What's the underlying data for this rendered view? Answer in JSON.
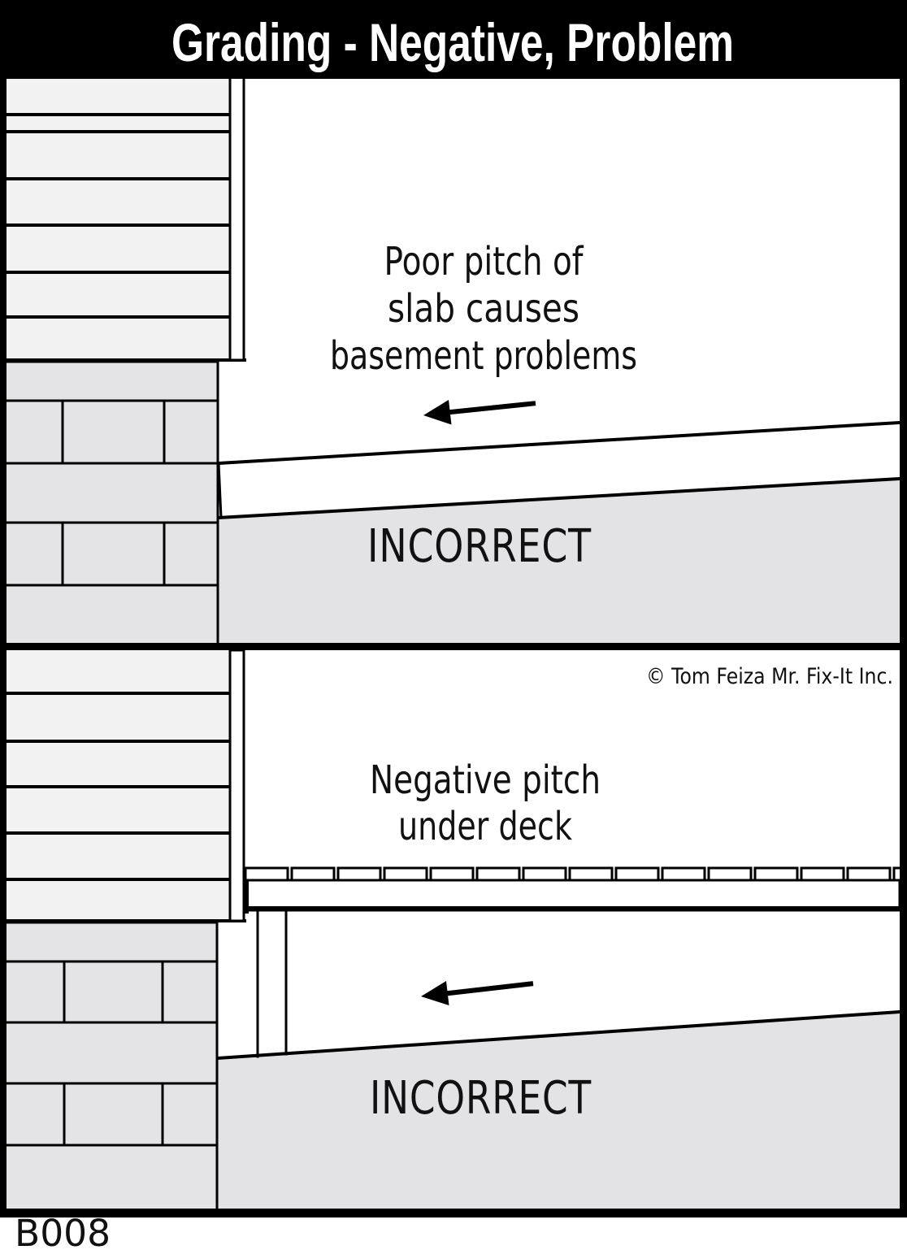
{
  "title": "Grading - Negative, Problem",
  "figure_code": "B008",
  "copyright": "© Tom Feiza Mr. Fix-It Inc.",
  "colors": {
    "background": "#ffffff",
    "frame": "#000000",
    "line": "#000000",
    "siding": "#f2f2f3",
    "masonry": "#e4e4e6",
    "ground": "#e3e3e5",
    "text": "#111111",
    "title_text": "#ffffff"
  },
  "panel_top": {
    "caption_lines": [
      "Poor pitch of",
      "slab causes",
      "basement problems"
    ],
    "status_label": "INCORRECT"
  },
  "panel_bottom": {
    "caption_lines": [
      "Negative pitch",
      "under deck"
    ],
    "status_label": "INCORRECT"
  }
}
